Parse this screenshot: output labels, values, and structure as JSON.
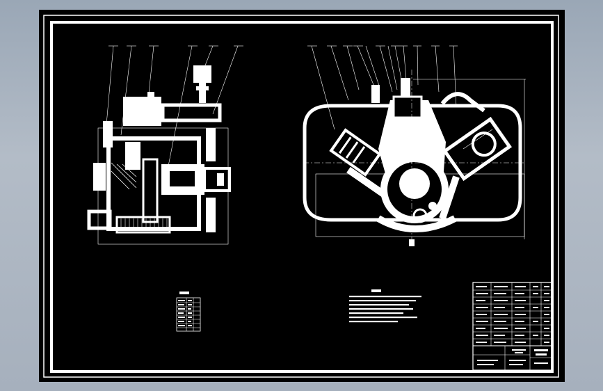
{
  "drawing": {
    "background_color": "#000000",
    "line_color": "#ffffff",
    "viewport_color": "#a8b2bf"
  },
  "left_view": {
    "leader_count": 6
  },
  "right_view": {
    "leader_count": 13
  },
  "parts_list": {
    "row_count": 7
  },
  "tech_notes": {
    "line_count": 7
  },
  "title_block": {
    "row_count": 9
  }
}
